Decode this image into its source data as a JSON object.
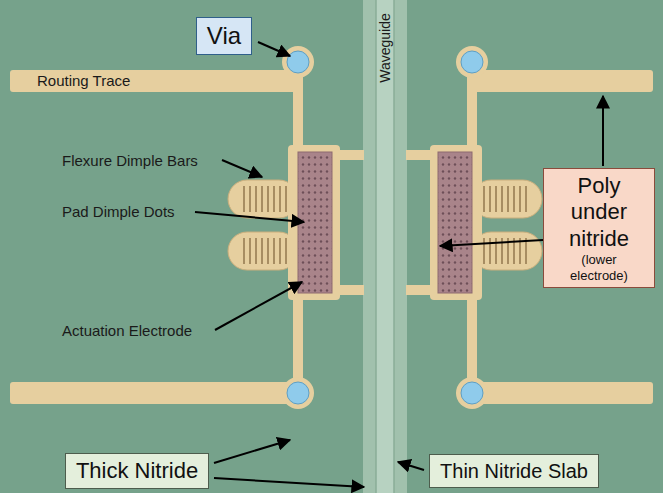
{
  "diagram": {
    "nodes": [
      {
        "text": [
          "Via"
        ]
      },
      {
        "text": [
          "Poly under nitride",
          "(lower electrode)"
        ]
      },
      {
        "text": [
          "Thick Nitride"
        ]
      },
      {
        "text": [
          "Thin Nitride Slab"
        ]
      }
    ],
    "labels": [
      "Routing Trace",
      "Waveguide",
      "Flexure Dimple Bars",
      "Pad Dimple Dots",
      "Actuation Electrode"
    ]
  }
}
